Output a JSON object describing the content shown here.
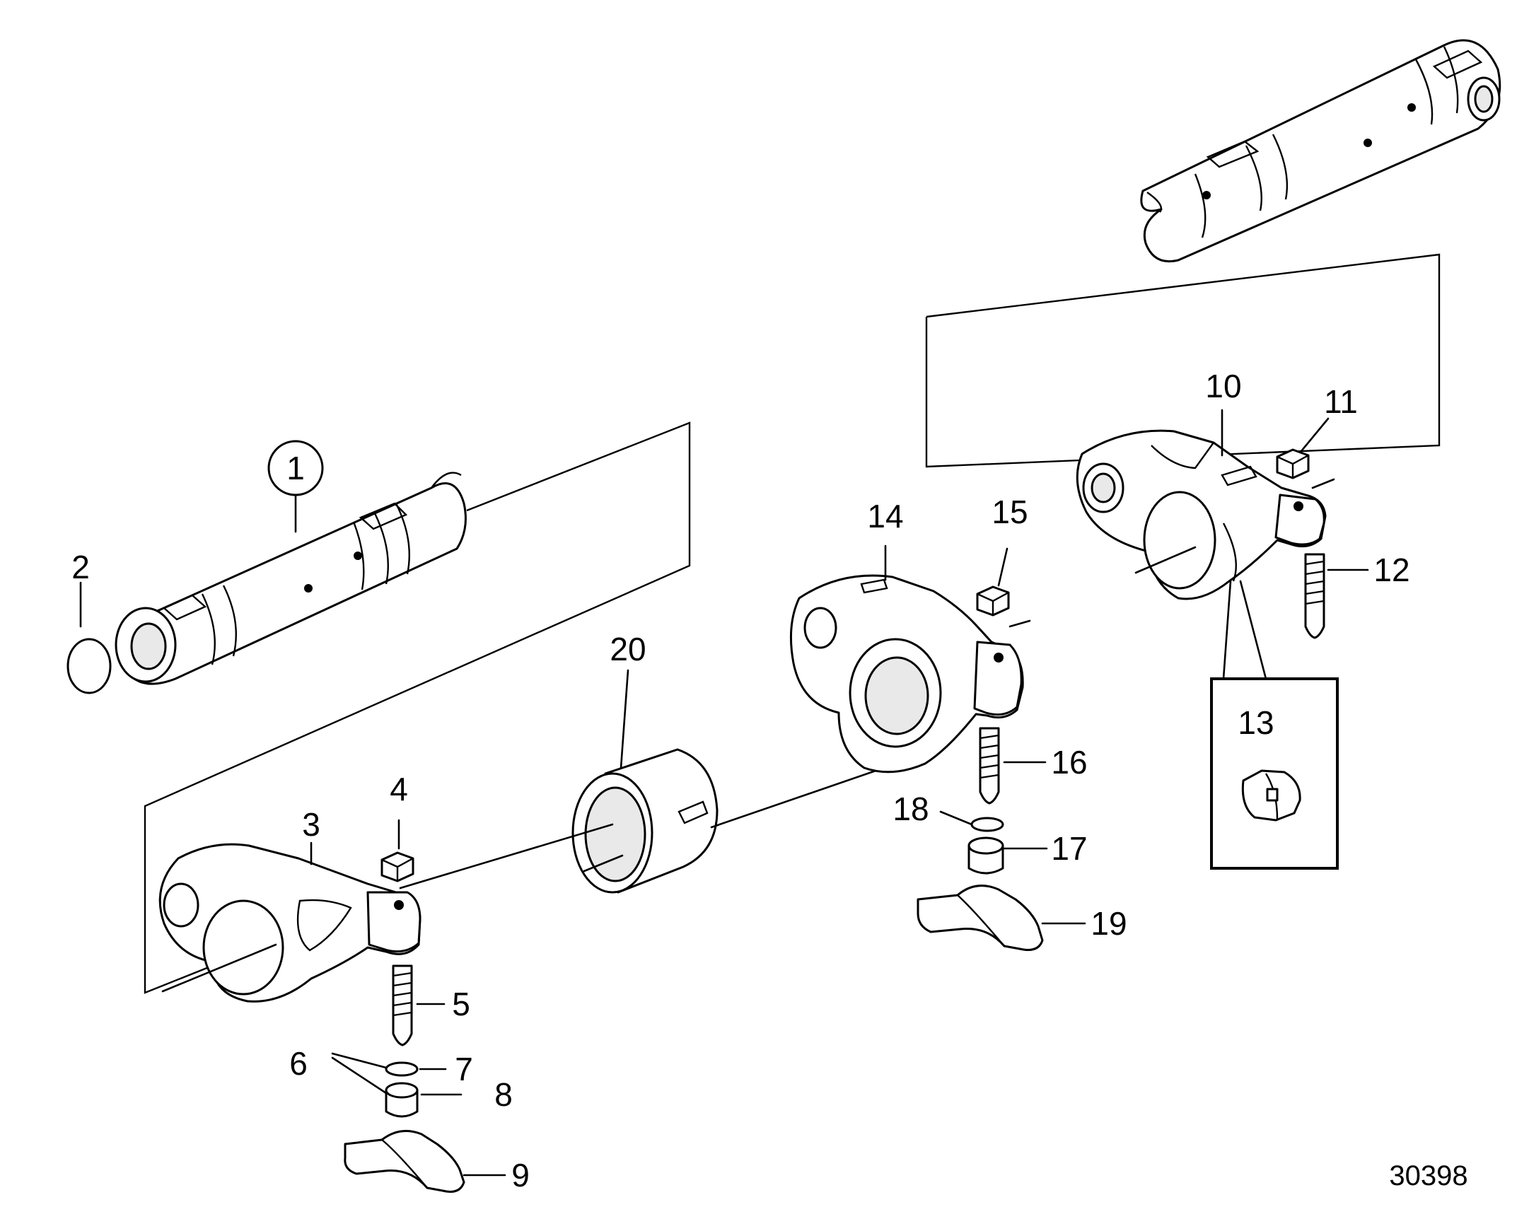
{
  "callouts": {
    "c1": "1",
    "c2": "2",
    "c3": "3",
    "c4": "4",
    "c5": "5",
    "c6": "6",
    "c7": "7",
    "c8": "8",
    "c9": "9",
    "c10": "10",
    "c11": "11",
    "c12": "12",
    "c13": "13",
    "c14": "14",
    "c15": "15",
    "c16": "16",
    "c17": "17",
    "c18": "18",
    "c19": "19",
    "c20": "20"
  },
  "drawing_number": "30398"
}
